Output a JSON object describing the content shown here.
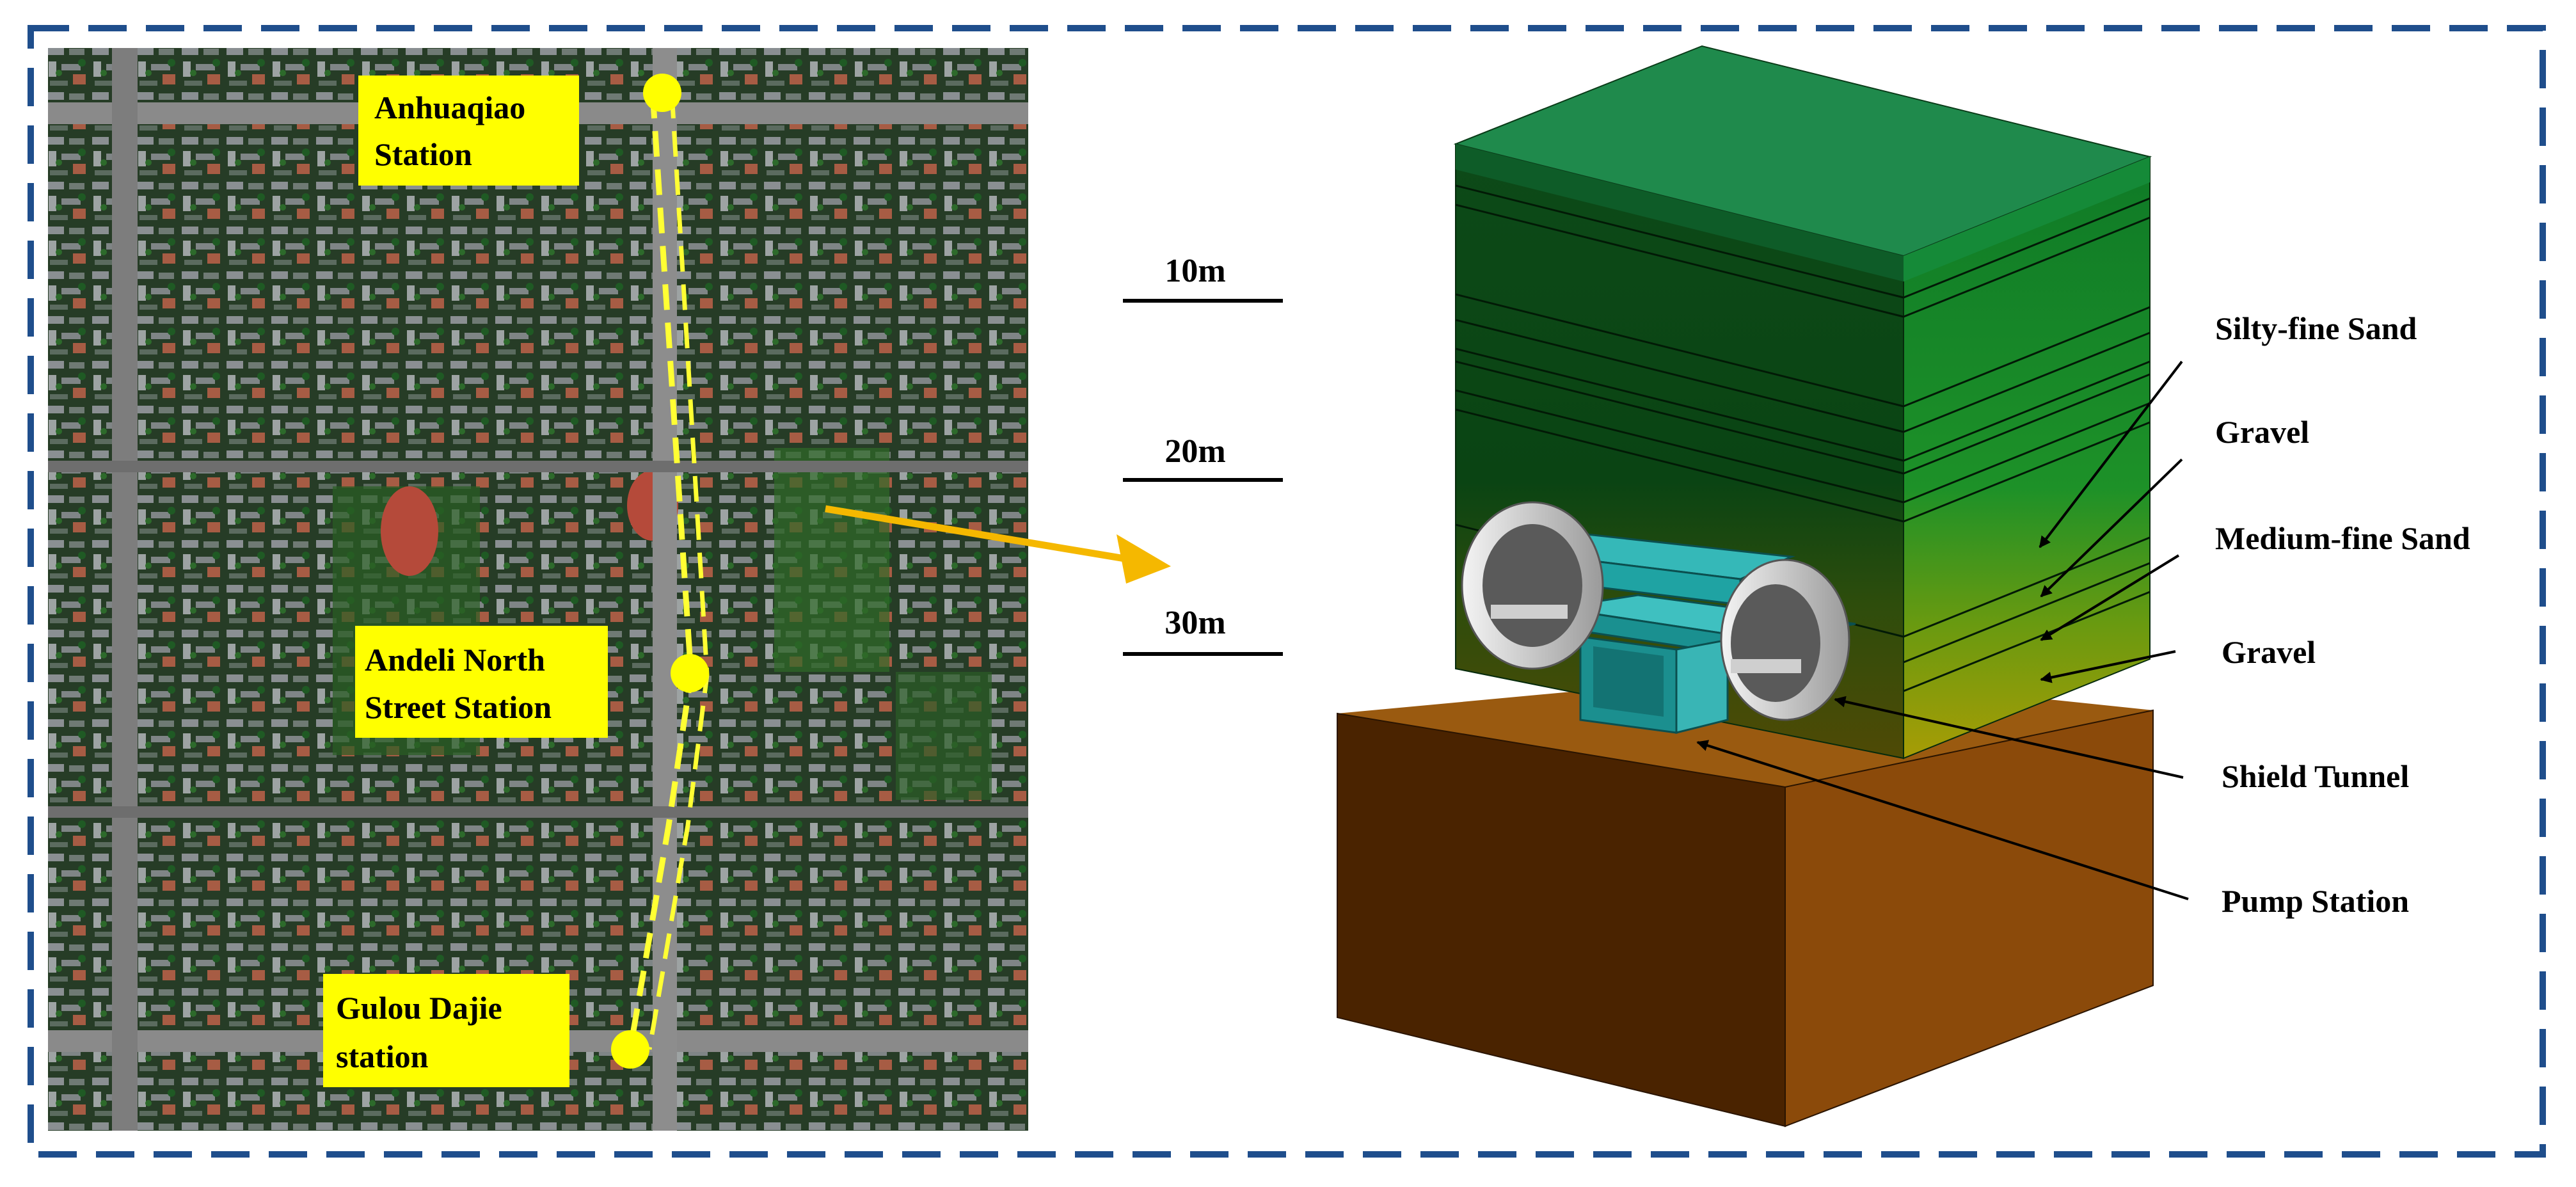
{
  "colors": {
    "frame_border": "#1F4E8C",
    "station_label_bg": "#FFFF00",
    "route_line": "#FFFF33",
    "transfer_arrow": "#F5B800",
    "soil_top": "#1F8A4C",
    "soil_green": "#117A2A",
    "soil_olive": "#8A8A00",
    "soil_base": "#8B4A0A",
    "tunnel_ring": "#DADADA",
    "pump_station": "#1FA3A3"
  },
  "map": {
    "stations": [
      {
        "line1": "Anhuaqiao",
        "line2": "Station"
      },
      {
        "line1": "Andeli North",
        "line2": "Street Station"
      },
      {
        "line1": "Gulou Dajie",
        "line2": "station"
      }
    ]
  },
  "scale_bars": [
    "10m",
    "20m",
    "30m"
  ],
  "layers": [
    "Silty-fine Sand",
    "Gravel",
    "Medium-fine Sand",
    "Gravel"
  ],
  "components": [
    "Shield Tunnel",
    "Pump Station"
  ],
  "icons": {
    "station_marker": "circle-dot",
    "transfer_arrow": "arrow-right",
    "leader": "arrow-line"
  }
}
